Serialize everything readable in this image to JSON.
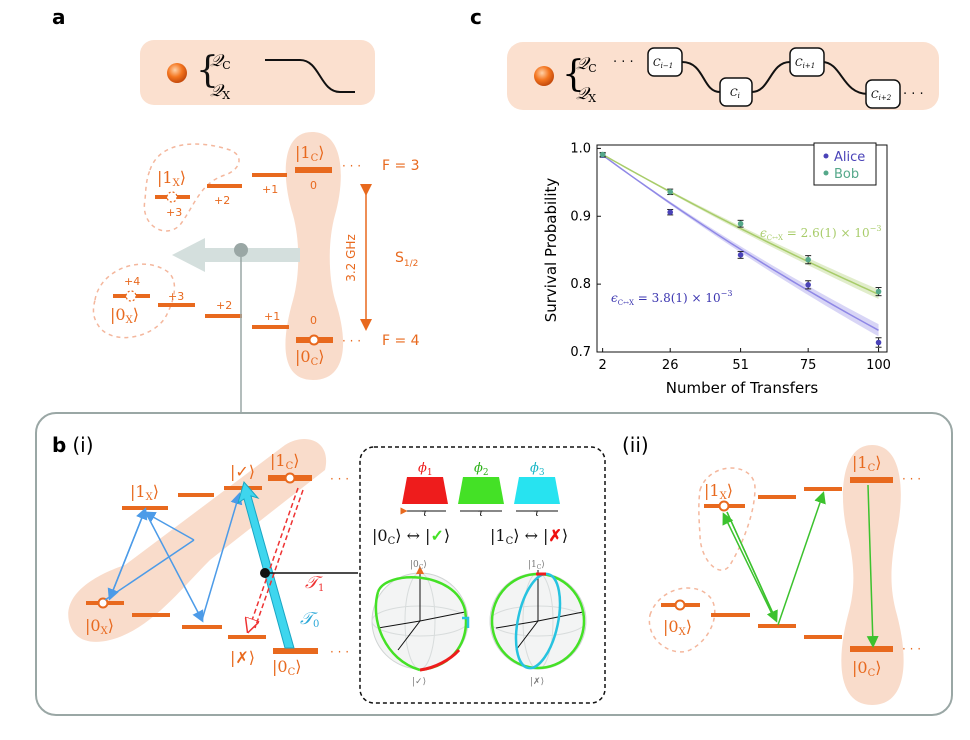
{
  "panels": {
    "a": "a",
    "b": "b",
    "b_i": "(i)",
    "b_ii": "(ii)",
    "c": "c"
  },
  "panel_a": {
    "qubit_c": "𝒬",
    "qubit_c_sub": "C",
    "qubit_x": "𝒬",
    "qubit_x_sub": "X",
    "state_1c": "|1",
    "state_1c_sub": "C",
    "state_1x": "|1",
    "state_1x_sub": "X",
    "state_0c": "|0",
    "state_0c_sub": "C",
    "state_0x": "|0",
    "state_0x_sub": "X",
    "f3": "F = 3",
    "f4": "F = 4",
    "s_half": "S",
    "s_half_sub": "1/2",
    "splitting": "3.2 GHz",
    "m_labels_upper": [
      "+3",
      "+2",
      "+1",
      "0"
    ],
    "m_labels_lower": [
      "+4",
      "+3",
      "+2",
      "+1",
      "0"
    ]
  },
  "panel_b": {
    "state_1x": "|1",
    "state_1x_sub": "X",
    "state_0x": "|0",
    "state_0x_sub": "X",
    "state_1c": "|1",
    "state_1c_sub": "C",
    "state_0c": "|0",
    "state_0c_sub": "C",
    "check_state": "|✓⟩",
    "cross_state": "|✗⟩",
    "t1": "𝒯",
    "t1_sub": "1",
    "t0": "𝒯",
    "t0_sub": "0",
    "phi1": "ϕ",
    "phi1_sub": "1",
    "phi2": "ϕ",
    "phi2_sub": "2",
    "phi3": "ϕ",
    "phi3_sub": "3",
    "tau": "τ",
    "map_left": "|0",
    "map_left_sub": "C",
    "map_right": "|1",
    "map_right_sub": "C",
    "arrow": "↔",
    "bloch_left_top": "|0",
    "bloch_left_top_sub": "C",
    "bloch_left_bottom": "|✓⟩",
    "bloch_right_top": "|1",
    "bloch_right_top_sub": "C",
    "bloch_right_bottom": "|✗⟩",
    "pulse_colors": [
      "#ee1c1c",
      "#44e126",
      "#27e3f0"
    ]
  },
  "panel_c": {
    "qubit_c": "𝒬",
    "qubit_c_sub": "C",
    "qubit_x": "𝒬",
    "qubit_x_sub": "X",
    "gates": [
      "C",
      "C",
      "C",
      "C"
    ],
    "gate_subs": [
      "i−1",
      "i",
      "i+1",
      "i+2"
    ],
    "dots": "· · ·"
  },
  "chart_data": {
    "type": "scatter",
    "xlabel": "Number of Transfers",
    "ylabel": "Survival Probability",
    "x_ticks": [
      2,
      26,
      51,
      75,
      100
    ],
    "y_ticks": [
      0.7,
      0.8,
      0.9,
      1.0
    ],
    "y_tick_labels": [
      "0.7",
      "0.8",
      "0.9",
      "1.0"
    ],
    "xlim": [
      0,
      103
    ],
    "ylim": [
      0.7,
      1.005
    ],
    "legend_position": "top-right",
    "series": [
      {
        "name": "Alice",
        "color": "#4a43b8",
        "x": [
          2,
          26,
          51,
          75,
          100
        ],
        "y": [
          0.99,
          0.906,
          0.843,
          0.799,
          0.714
        ],
        "err": [
          0.003,
          0.004,
          0.005,
          0.006,
          0.007
        ],
        "fit_label": "ϵ",
        "fit_label_sub": "C↔X",
        "fit_value": " = 3.8(1) × 10",
        "fit_exp": "−3"
      },
      {
        "name": "Bob",
        "color": "#55a88a",
        "fit_color": "#a8cc6a",
        "x": [
          2,
          26,
          51,
          75,
          100
        ],
        "y": [
          0.991,
          0.936,
          0.889,
          0.836,
          0.789
        ],
        "err": [
          0.003,
          0.004,
          0.005,
          0.006,
          0.006
        ],
        "fit_label": "ϵ",
        "fit_label_sub": "C↔X",
        "fit_value": " = 2.6(1) × 10",
        "fit_exp": "−3"
      }
    ]
  }
}
